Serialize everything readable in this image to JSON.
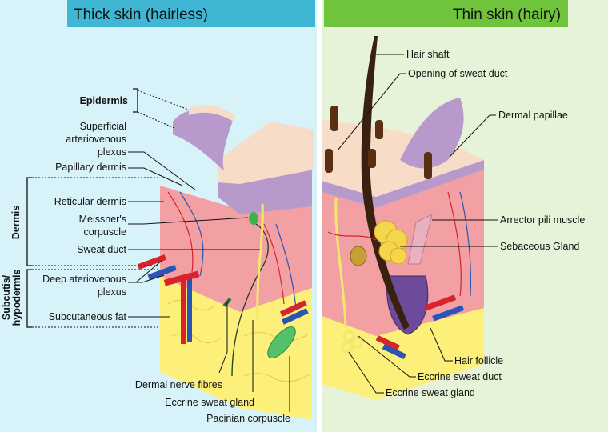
{
  "colors": {
    "left_panel_bg": "#d8f2fa",
    "right_panel_bg": "#e6f3d8",
    "left_header_bg": "#3fb6d3",
    "right_header_bg": "#6fc43c",
    "divider": "#ffffff",
    "epidermis_top": "#f7dcc8",
    "epidermis_purple": "#b79acb",
    "dermis_pink": "#f2a0a3",
    "fat_yellow": "#fdf07a",
    "artery_red": "#d8232a",
    "vein_blue": "#2b55b5",
    "hair_dark": "#3a2010",
    "gland_yellow": "#f5d64a"
  },
  "headers": {
    "left": "Thick skin (hairless)",
    "right": "Thin skin (hairy)"
  },
  "layers": {
    "epidermis": "Epidermis",
    "dermis": "Dermis",
    "subcutis_line1": "Subcutis/",
    "subcutis_line2": "hypodermis"
  },
  "left_labels": {
    "superficial_1": "Superficial",
    "superficial_2": "arteriovenous",
    "superficial_3": "plexus",
    "papillary_dermis": "Papillary dermis",
    "reticular_dermis": "Reticular dermis",
    "meissner_1": "Meissner's",
    "meissner_2": "corpuscle",
    "sweat_duct": "Sweat duct",
    "deep_1": "Deep ateriovenous",
    "deep_2": "plexus",
    "subcutaneous_fat": "Subcutaneous fat",
    "dermal_nerve": "Dermal nerve fibres",
    "eccrine_gland": "Eccrine sweat gland",
    "pacinian": "Pacinian corpuscle"
  },
  "right_labels": {
    "hair_shaft": "Hair shaft",
    "opening_duct": "Opening of sweat duct",
    "dermal_papillae": "Dermal papillae",
    "arrector": "Arrector pili muscle",
    "sebaceous": "Sebaceous Gland",
    "hair_follicle": "Hair follicle",
    "eccrine_duct": "Eccrine sweat duct",
    "eccrine_gland": "Eccrine sweat gland"
  }
}
